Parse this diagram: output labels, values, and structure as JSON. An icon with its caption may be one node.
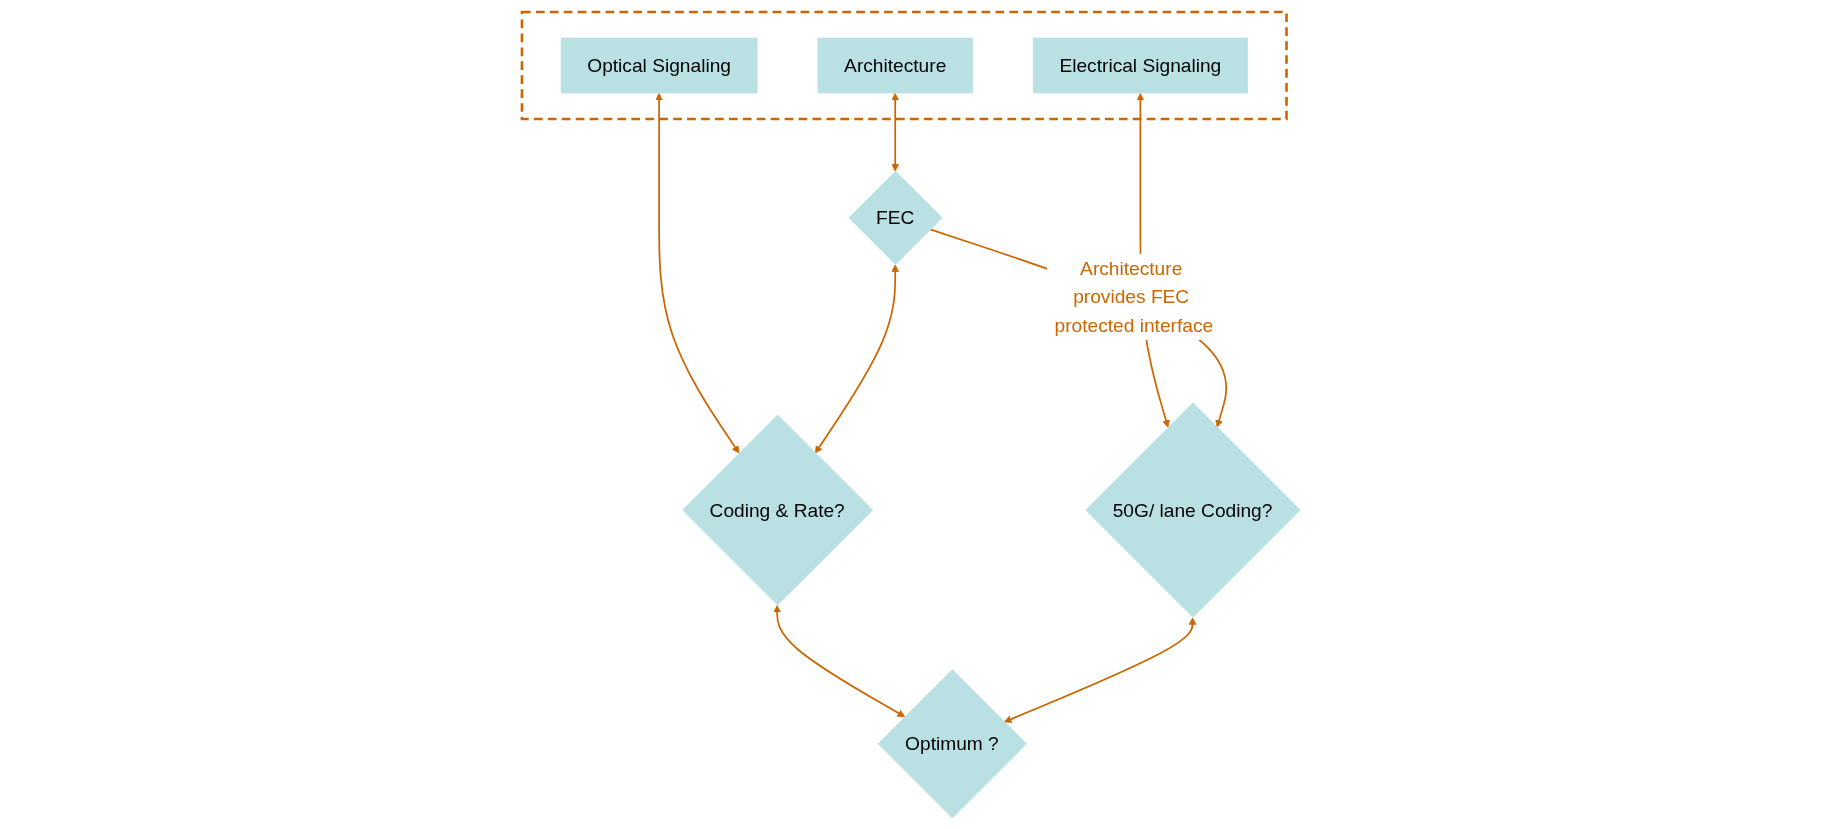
{
  "diagram": {
    "nodes": [
      {
        "text": [],
        "shape": "box"
      },
      {
        "text": [
          "Architecture"
        ],
        "in": 0
      },
      {
        "text": [
          "Electrical Signaling"
        ],
        "in": 0
      },
      {
        "text": [
          "Optical Signaling"
        ],
        "in": 0
      },
      {
        "text": [
          "FEC"
        ]
      },
      {
        "text": [
          "Coding & Rate?"
        ]
      },
      {
        "text": [
          "50G/ lane Coding?"
        ]
      },
      {
        "text": [
          "Optimum ?"
        ]
      }
    ],
    "edges": [
      {
        "from": 1,
        "to": 4,
        "arrow": "both"
      },
      {
        "from": 2,
        "to": 6,
        "arrow": "both"
      },
      {
        "from": 3,
        "to": 5,
        "arrow": "both"
      },
      {
        "from": 4,
        "to": 5,
        "arrow": "both"
      },
      {
        "from": 5,
        "to": 7,
        "arrow": "both"
      },
      {
        "from": 4,
        "to": 6,
        "arrow": "to",
        "label": "Architecture provides FEC protected interface"
      },
      {
        "from": 6,
        "to": 7,
        "arrow": "both"
      }
    ]
  }
}
